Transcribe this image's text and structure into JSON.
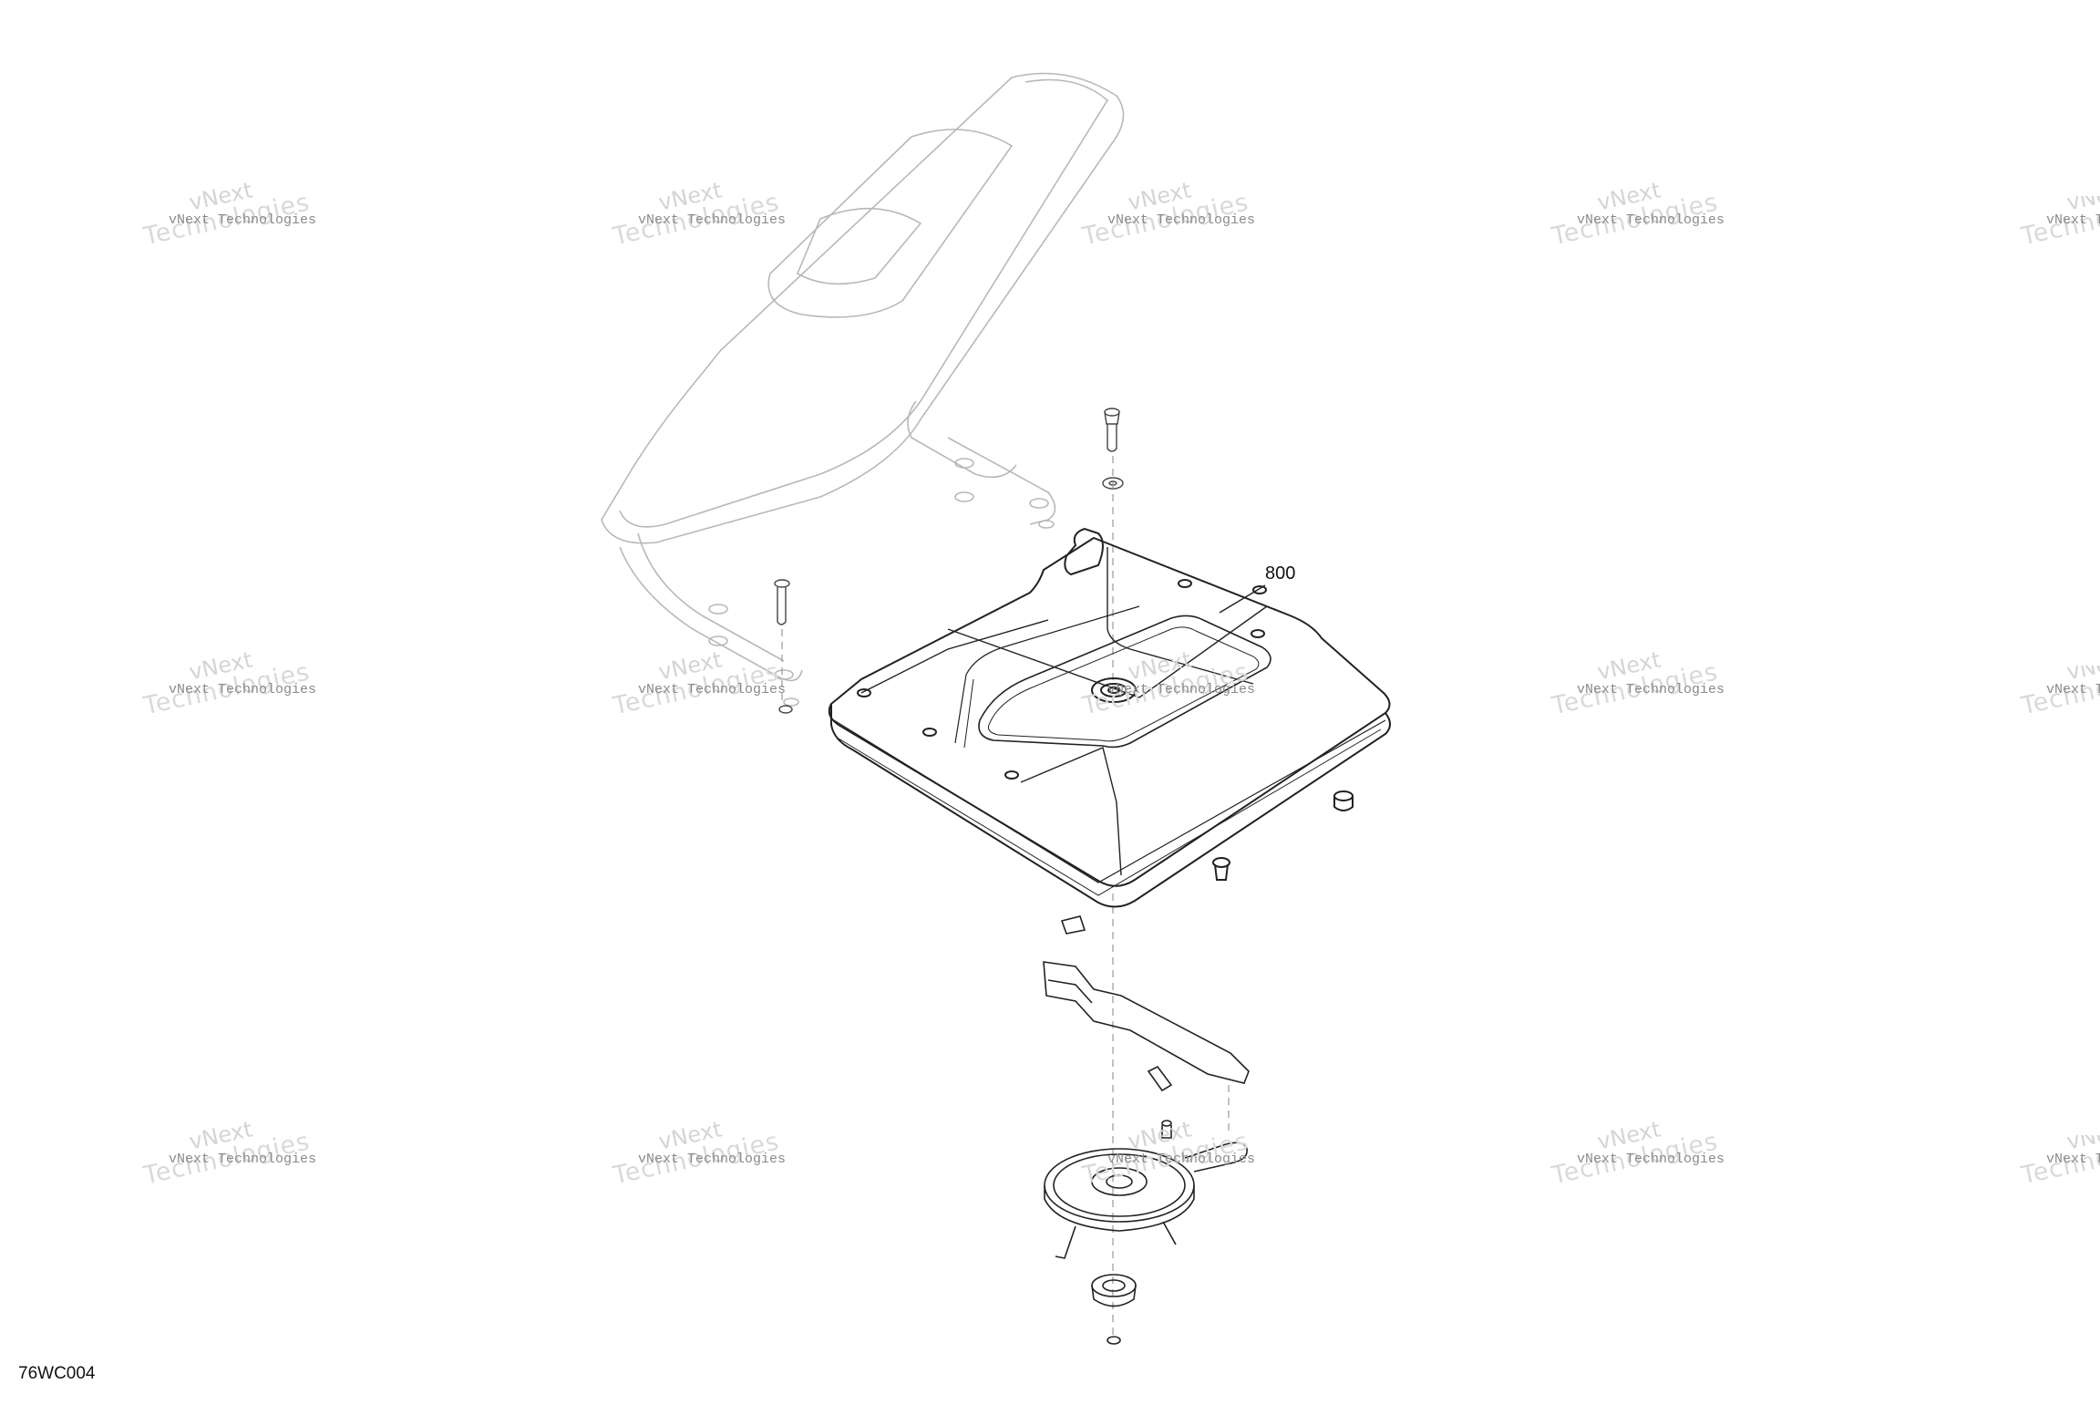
{
  "diagram": {
    "callouts": [
      {
        "id": "part-800",
        "label": "800"
      }
    ],
    "drawing_id": "76WC004",
    "watermark": {
      "line1": "vNext Technologies",
      "line2": "Technologies",
      "line3": "vNext"
    },
    "colors": {
      "line_dark": "#222222",
      "line_light": "#b8b8b8",
      "watermark": "#d9d9d9"
    }
  }
}
